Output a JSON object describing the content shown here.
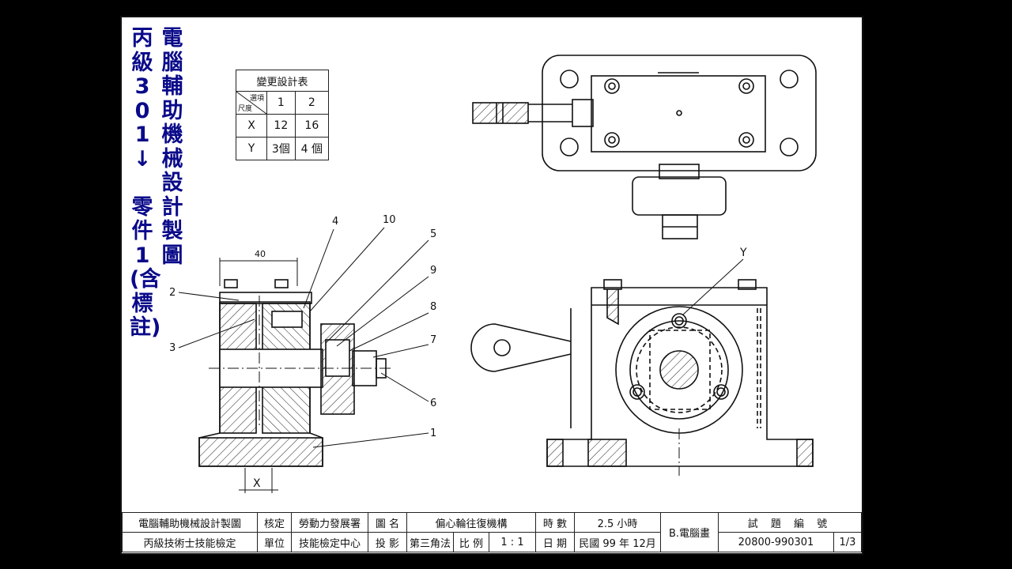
{
  "vertical_title_1": [
    "丙",
    "級",
    "3",
    "0",
    "1",
    "↓",
    "",
    "零",
    "件",
    "1",
    "(含",
    "標",
    "註)"
  ],
  "vertical_title_2": [
    "電",
    "腦",
    "輔",
    "助",
    "機",
    "械",
    "設",
    "計",
    "製",
    "圖"
  ],
  "change_table": {
    "title": "變更設計表",
    "corner_top": "選項",
    "corner_bottom": "尺度",
    "col1": "1",
    "col2": "2",
    "row_x_label": "X",
    "row_x_1": "12",
    "row_x_2": "16",
    "row_y_label": "Y",
    "row_y_1": "3個",
    "row_y_2": "4 個"
  },
  "dimensions": {
    "width_40": "40",
    "x_label": "X",
    "y_label": "Y"
  },
  "balloons": [
    "4",
    "10",
    "5",
    "9",
    "8",
    "7",
    "6",
    "1",
    "2",
    "3"
  ],
  "title_block": {
    "org_line1": "電腦輔助機械設計製圖",
    "org_line2": "丙級技術士技能檢定",
    "approve1": "核定",
    "approve2": "單位",
    "unit1": "勞動力發展署",
    "unit2": "技能檢定中心",
    "drawing_name_label": "圖 名",
    "drawing_name": "偏心輪往復機構",
    "projection_label": "投 影",
    "projection": "第三角法",
    "scale_label": "比 例",
    "scale": "1 : 1",
    "hours_label": "時 數",
    "hours": "2.5 小時",
    "date_label": "日 期",
    "date": "民國 99 年 12月",
    "b_label": "B.電腦畫",
    "exam_no_label": "試 題 編 號",
    "exam_no": "20800-990301",
    "sheet": "1/3"
  },
  "colors": {
    "title_blue": "#0a0a8a",
    "line": "#111111",
    "background": "#000000"
  }
}
